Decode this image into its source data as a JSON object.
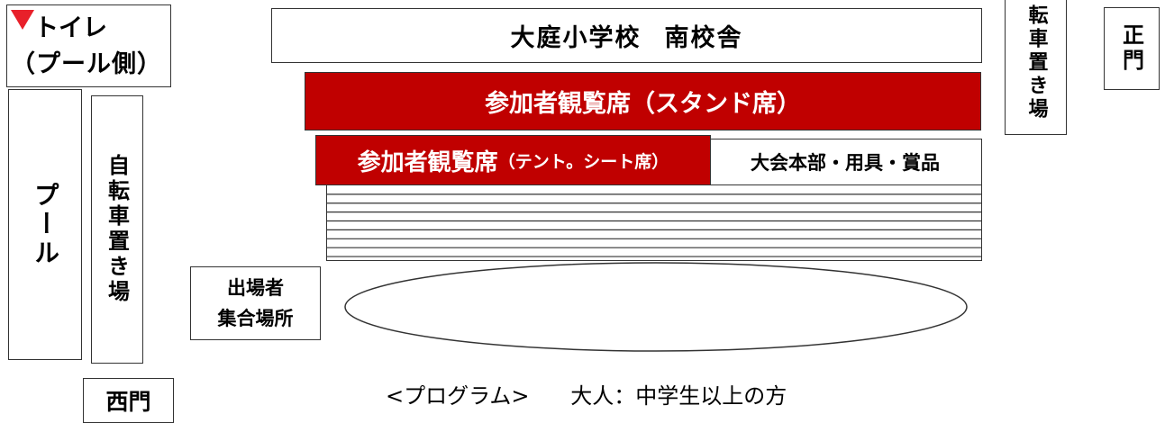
{
  "toilet": {
    "line1": "トイレ",
    "line2": "（プール側）",
    "marker_color": "#e8202a"
  },
  "south_building": {
    "name": "大庭小学校",
    "name2": "南校舎"
  },
  "stand_seats": "参加者観覧席（スタンド席）",
  "tent_seats": {
    "main": "参加者観覧席",
    "sub": "（テント。シート席）"
  },
  "headquarters": "大会本部・用具・賞品",
  "pool": "プール",
  "bike_parking_left": "自転車置き場",
  "west_gate": "西門",
  "assembly_area": {
    "line1": "出場者",
    "line2": "集合場所"
  },
  "bike_parking_right": "転車置き場",
  "main_gate": "正門",
  "program": {
    "label": "<プログラム>",
    "note": "大人：中学生以上の方"
  },
  "colors": {
    "accent_red": "#c00000",
    "border": "#333333"
  }
}
